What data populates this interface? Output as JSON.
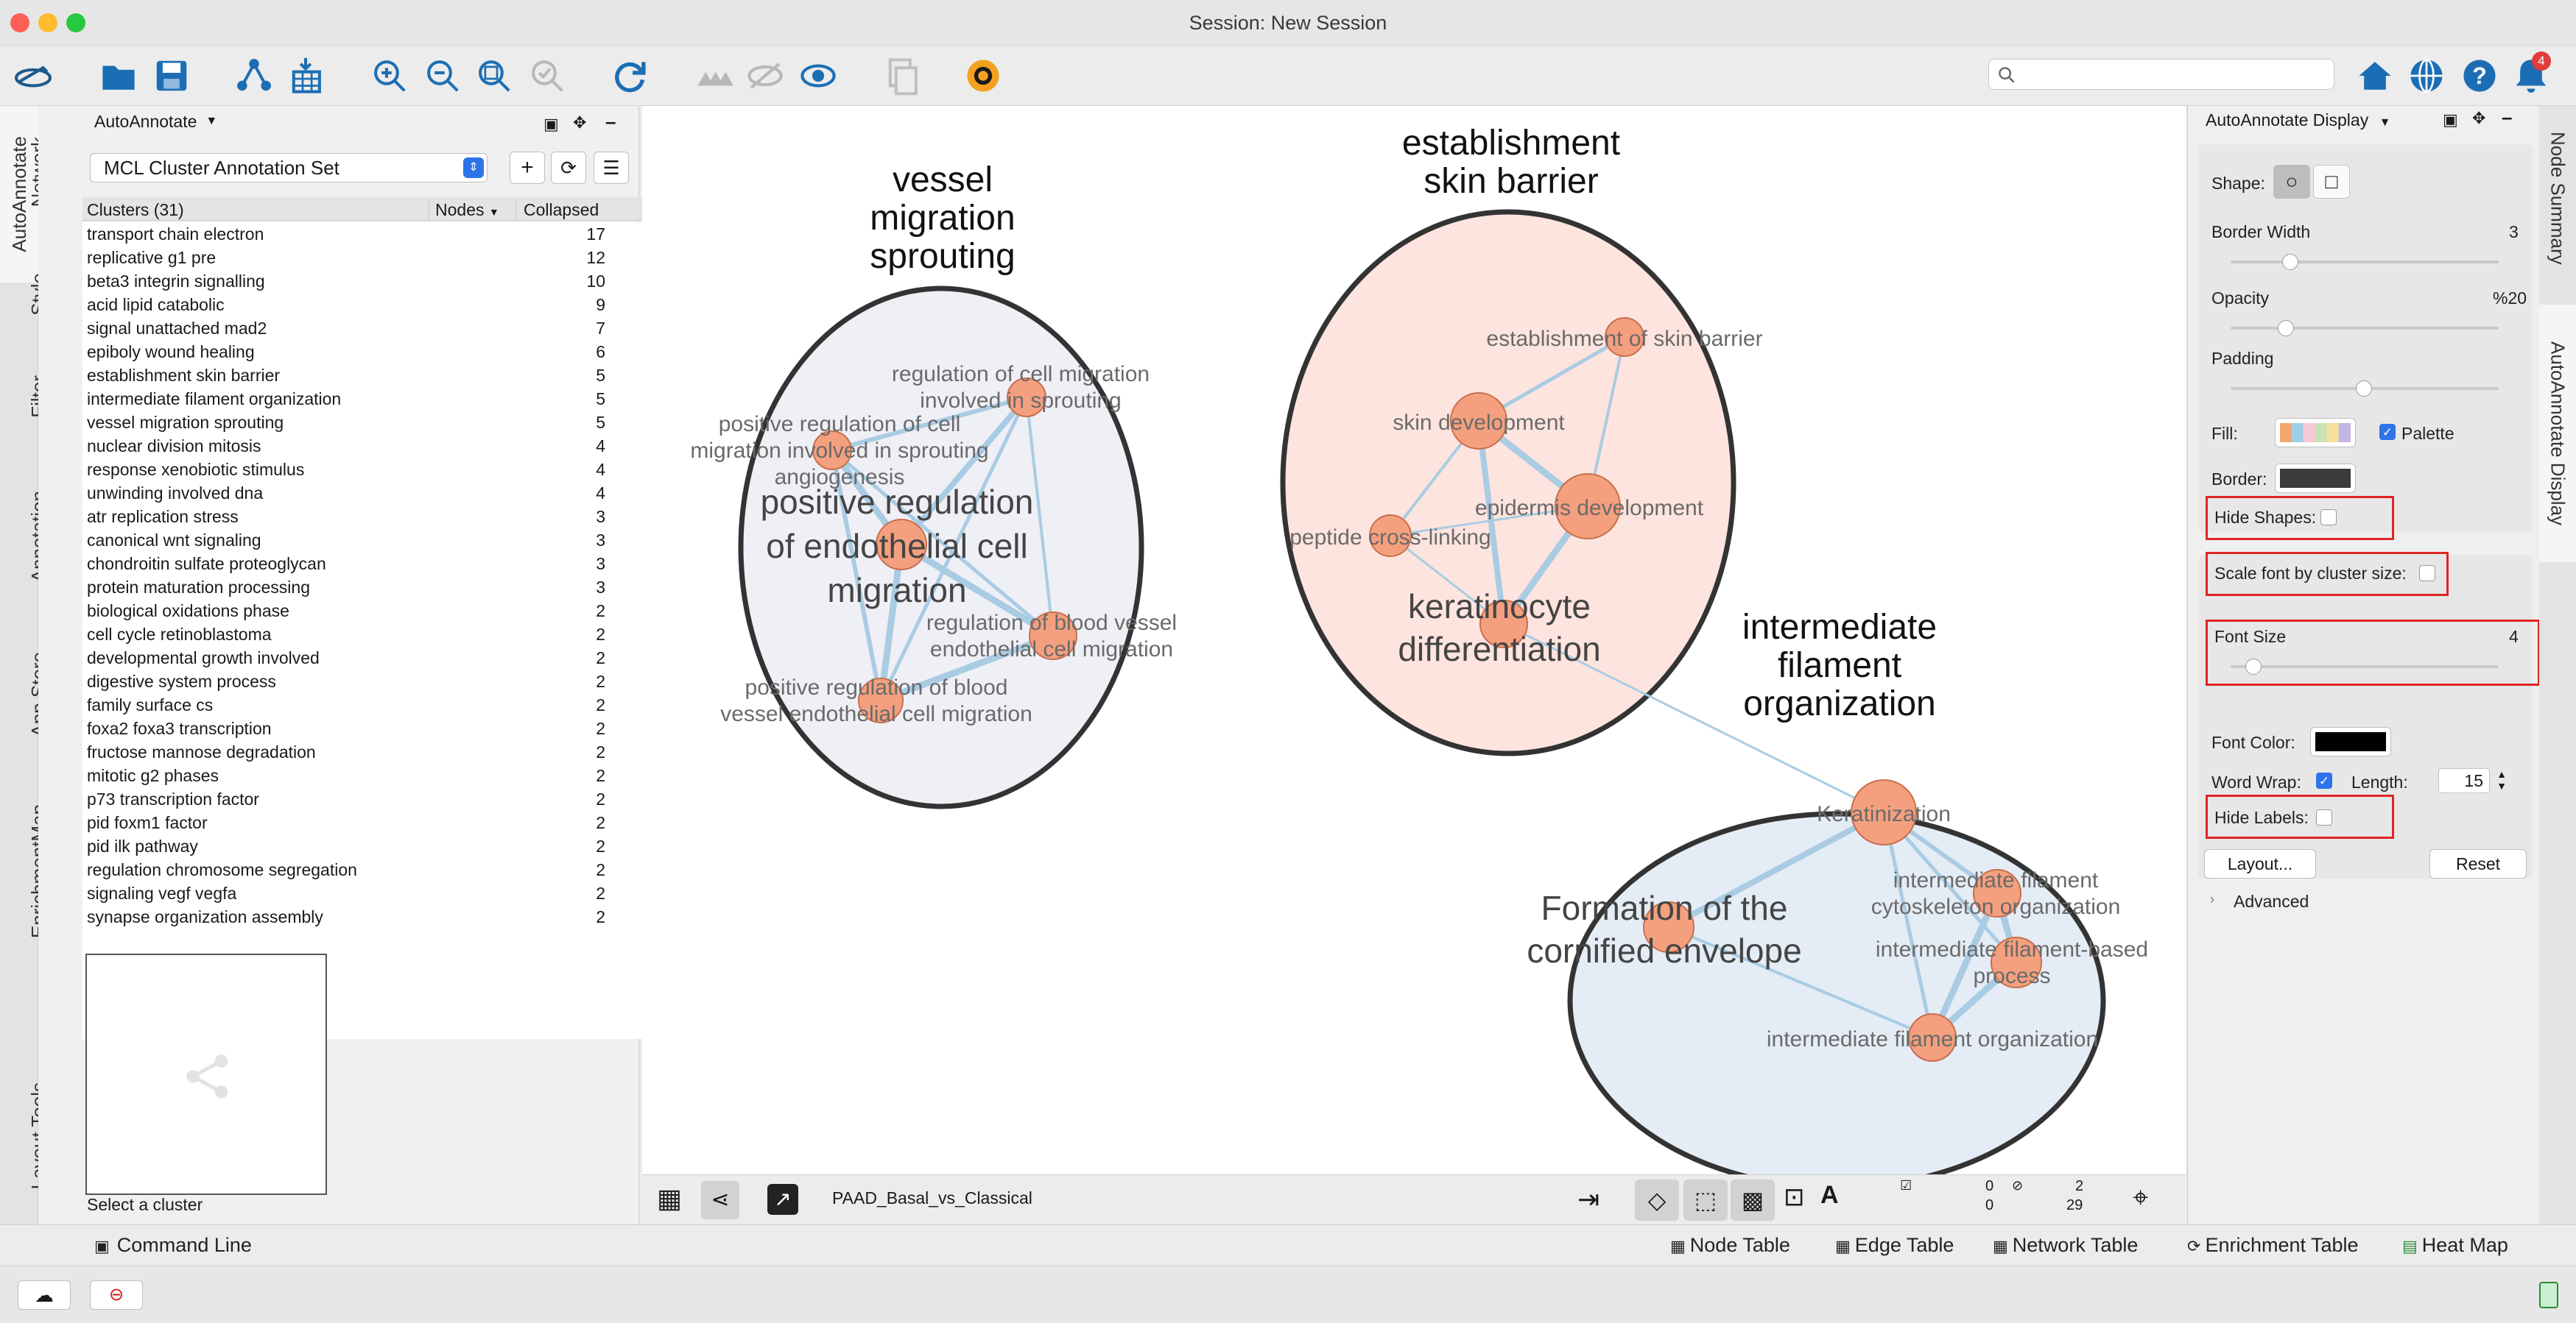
{
  "window": {
    "title": "Session: New Session"
  },
  "left_tabs": {
    "autoannotate": "AutoAnnotate",
    "network": "Network",
    "style": "Style",
    "filter": "Filter",
    "annotation": "Annotation",
    "app_store": "App Store",
    "enrichmentmap": "EnrichmentMap",
    "layout_tools": "Layout Tools"
  },
  "left_panel": {
    "title": "AutoAnnotate",
    "annotation_set": "MCL Cluster Annotation Set",
    "col_clusters": "Clusters (31)",
    "col_nodes": "Nodes",
    "col_collapsed": "Collapsed",
    "clusters": [
      {
        "name": "transport chain electron",
        "nodes": "17"
      },
      {
        "name": "replicative g1 pre",
        "nodes": "12"
      },
      {
        "name": "beta3 integrin signalling",
        "nodes": "10"
      },
      {
        "name": "acid lipid catabolic",
        "nodes": "9"
      },
      {
        "name": "signal unattached mad2",
        "nodes": "7"
      },
      {
        "name": "epiboly wound healing",
        "nodes": "6"
      },
      {
        "name": "establishment skin barrier",
        "nodes": "5"
      },
      {
        "name": "intermediate filament organization",
        "nodes": "5"
      },
      {
        "name": "vessel migration sprouting",
        "nodes": "5"
      },
      {
        "name": "nuclear division mitosis",
        "nodes": "4"
      },
      {
        "name": "response xenobiotic stimulus",
        "nodes": "4"
      },
      {
        "name": "unwinding involved dna",
        "nodes": "4"
      },
      {
        "name": "atr replication stress",
        "nodes": "3"
      },
      {
        "name": "canonical wnt signaling",
        "nodes": "3"
      },
      {
        "name": "chondroitin sulfate proteoglycan",
        "nodes": "3"
      },
      {
        "name": "protein maturation processing",
        "nodes": "3"
      },
      {
        "name": "biological oxidations phase",
        "nodes": "2"
      },
      {
        "name": "cell cycle retinoblastoma",
        "nodes": "2"
      },
      {
        "name": "developmental growth involved",
        "nodes": "2"
      },
      {
        "name": "digestive system process",
        "nodes": "2"
      },
      {
        "name": "family surface cs",
        "nodes": "2"
      },
      {
        "name": "foxa2 foxa3 transcription",
        "nodes": "2"
      },
      {
        "name": "fructose mannose degradation",
        "nodes": "2"
      },
      {
        "name": "mitotic g2 phases",
        "nodes": "2"
      },
      {
        "name": "p73 transcription factor",
        "nodes": "2"
      },
      {
        "name": "pid foxm1 factor",
        "nodes": "2"
      },
      {
        "name": "pid ilk pathway",
        "nodes": "2"
      },
      {
        "name": "regulation chromosome segregation",
        "nodes": "2"
      },
      {
        "name": "signaling vegf vegfa",
        "nodes": "2"
      },
      {
        "name": "synapse organization assembly",
        "nodes": "2"
      }
    ],
    "preview_label": "Select a cluster"
  },
  "network": {
    "clusters": {
      "vessel": "vessel\nmigration\nsprouting",
      "skin": "establishment\nskin barrier",
      "filament": "intermediate\nfilament\norganization"
    },
    "node_labels": {
      "v1": "regulation of cell migration\ninvolved in sprouting",
      "v2": "positive regulation of cell\nmigration involved in sprouting\nangiogenesis",
      "v2b": "angiogenesis",
      "v3": "positive regulation\nof endothelial cell\nmigration",
      "v4": "regulation of blood vessel\nendothelial cell migration",
      "v5": "positive regulation of blood\nvessel endothelial cell migration",
      "s1": "establishment of skin barrier",
      "s2": "skin development",
      "s3": "epidermis development",
      "s4": "peptide cross-linking",
      "s5": "keratinocyte\ndifferentiation",
      "f1": "Keratinization",
      "f2": "intermediate filament\ncytoskeleton organization",
      "f3": "Formation of the\ncornified envelope",
      "f4": "intermediate filament-based\nprocess",
      "f5": "intermediate filament organization"
    },
    "network_name": "PAAD_Basal_vs_Classical",
    "counts": {
      "a": "0",
      "b": "0",
      "c": "2",
      "d": "29"
    }
  },
  "right_panel": {
    "title": "AutoAnnotate Display",
    "shape_label": "Shape:",
    "border_width_label": "Border Width",
    "border_width_value": "3",
    "opacity_label": "Opacity",
    "opacity_value": "%20",
    "padding_label": "Padding",
    "fill_label": "Fill:",
    "palette_label": "Palette",
    "border_label": "Border:",
    "hide_shapes": "Hide Shapes:",
    "scale_font": "Scale font by cluster size:",
    "font_size_label": "Font Size",
    "font_size_value": "4",
    "font_color_label": "Font Color:",
    "word_wrap_label": "Word Wrap:",
    "length_label": "Length:",
    "length_value": "15",
    "hide_labels": "Hide Labels:",
    "layout_btn": "Layout...",
    "reset_btn": "Reset",
    "advanced": "Advanced"
  },
  "right_tabs": {
    "node_summary": "Node Summary",
    "aa_display": "AutoAnnotate Display"
  },
  "bottom": {
    "command_line": "Command Line",
    "node_table": "Node Table",
    "edge_table": "Edge Table",
    "network_table": "Network Table",
    "enrichment_table": "Enrichment Table",
    "heat_map": "Heat Map"
  },
  "notification_count": "4",
  "colors": {
    "vessel_fill": "#efeff6",
    "skin_fill": "#fde4de",
    "filament_fill": "#e4ecf5",
    "node": "#f4a07f",
    "edge": "#a9cce3",
    "highlight": "#e02424"
  }
}
